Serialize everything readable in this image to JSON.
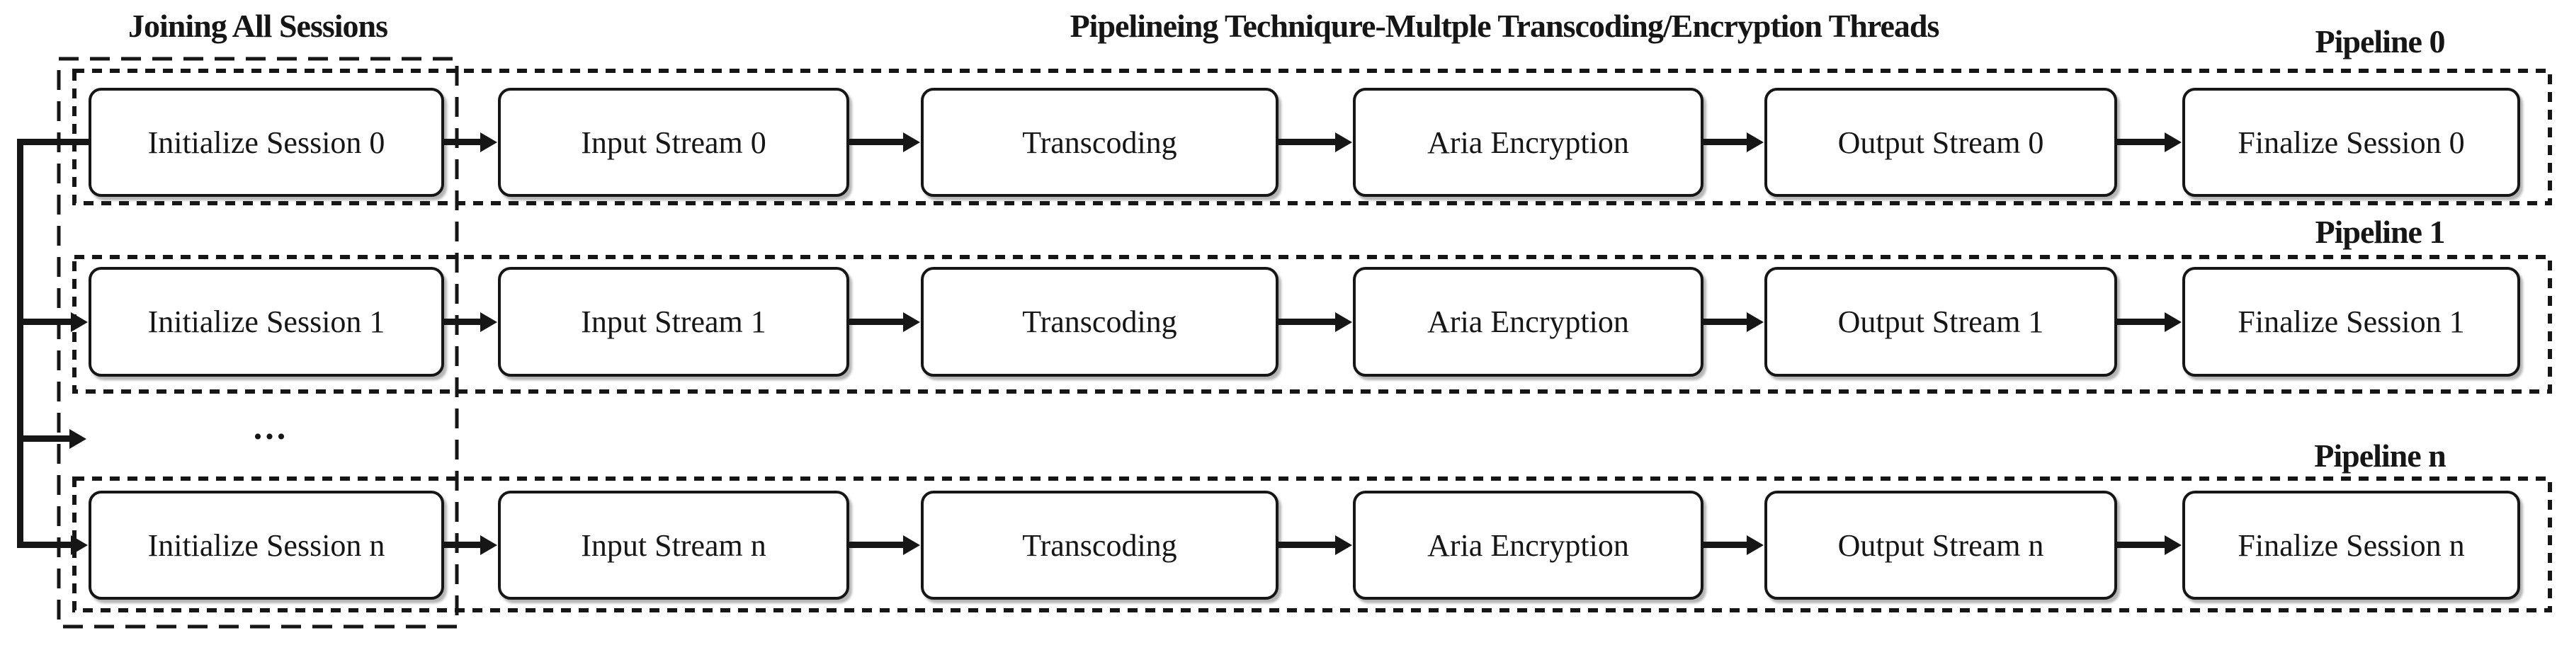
{
  "titles": {
    "joining_group": "Joining All Sessions",
    "main": "Pipelineing Techniqure-Multple Transcoding/Encryption Threads"
  },
  "ellipsis": "...",
  "colors": {
    "ink": "#161616",
    "background": "#ffffff"
  },
  "pipelines": [
    {
      "label": "Pipeline 0",
      "steps": [
        "Initialize Session 0",
        "Input Stream 0",
        "Transcoding",
        "Aria Encryption",
        "Output Stream 0",
        "Finalize Session 0"
      ]
    },
    {
      "label": "Pipeline 1",
      "steps": [
        "Initialize Session 1",
        "Input Stream 1",
        "Transcoding",
        "Aria Encryption",
        "Output Stream 1",
        "Finalize Session 1"
      ]
    },
    {
      "label": "Pipeline n",
      "steps": [
        "Initialize Session n",
        "Input Stream n",
        "Transcoding",
        "Aria Encryption",
        "Output Stream n",
        "Finalize Session n"
      ]
    }
  ]
}
